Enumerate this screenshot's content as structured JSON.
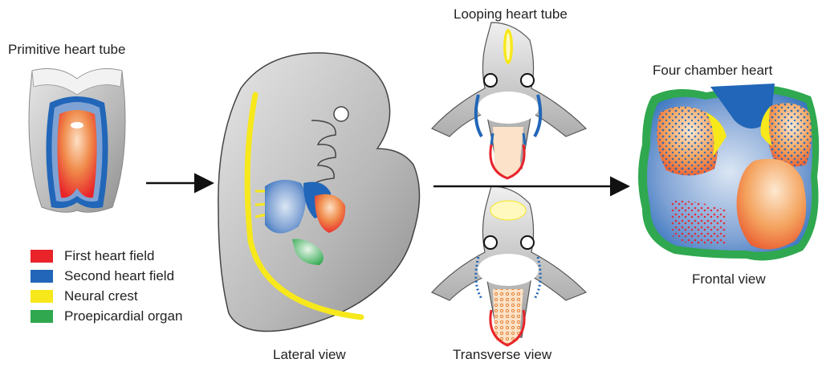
{
  "labels": {
    "primitive": "Primitive heart tube",
    "looping": "Looping heart tube",
    "four_chamber": "Four chamber heart",
    "frontal": "Frontal view",
    "lateral": "Lateral view",
    "transverse": "Transverse view"
  },
  "legend": [
    {
      "label": "First heart field",
      "color": "#e8232a"
    },
    {
      "label": "Second heart field",
      "color": "#2166b8"
    },
    {
      "label": "Neural crest",
      "color": "#f7e81c"
    },
    {
      "label": "Proepicardial organ",
      "color": "#2fa84f"
    }
  ],
  "colors": {
    "first_heart_field": "#e8232a",
    "second_heart_field": "#2166b8",
    "neural_crest": "#f7e81c",
    "proepicardial_organ": "#2fa84f",
    "embryo_gray": "#9a9a9a"
  }
}
